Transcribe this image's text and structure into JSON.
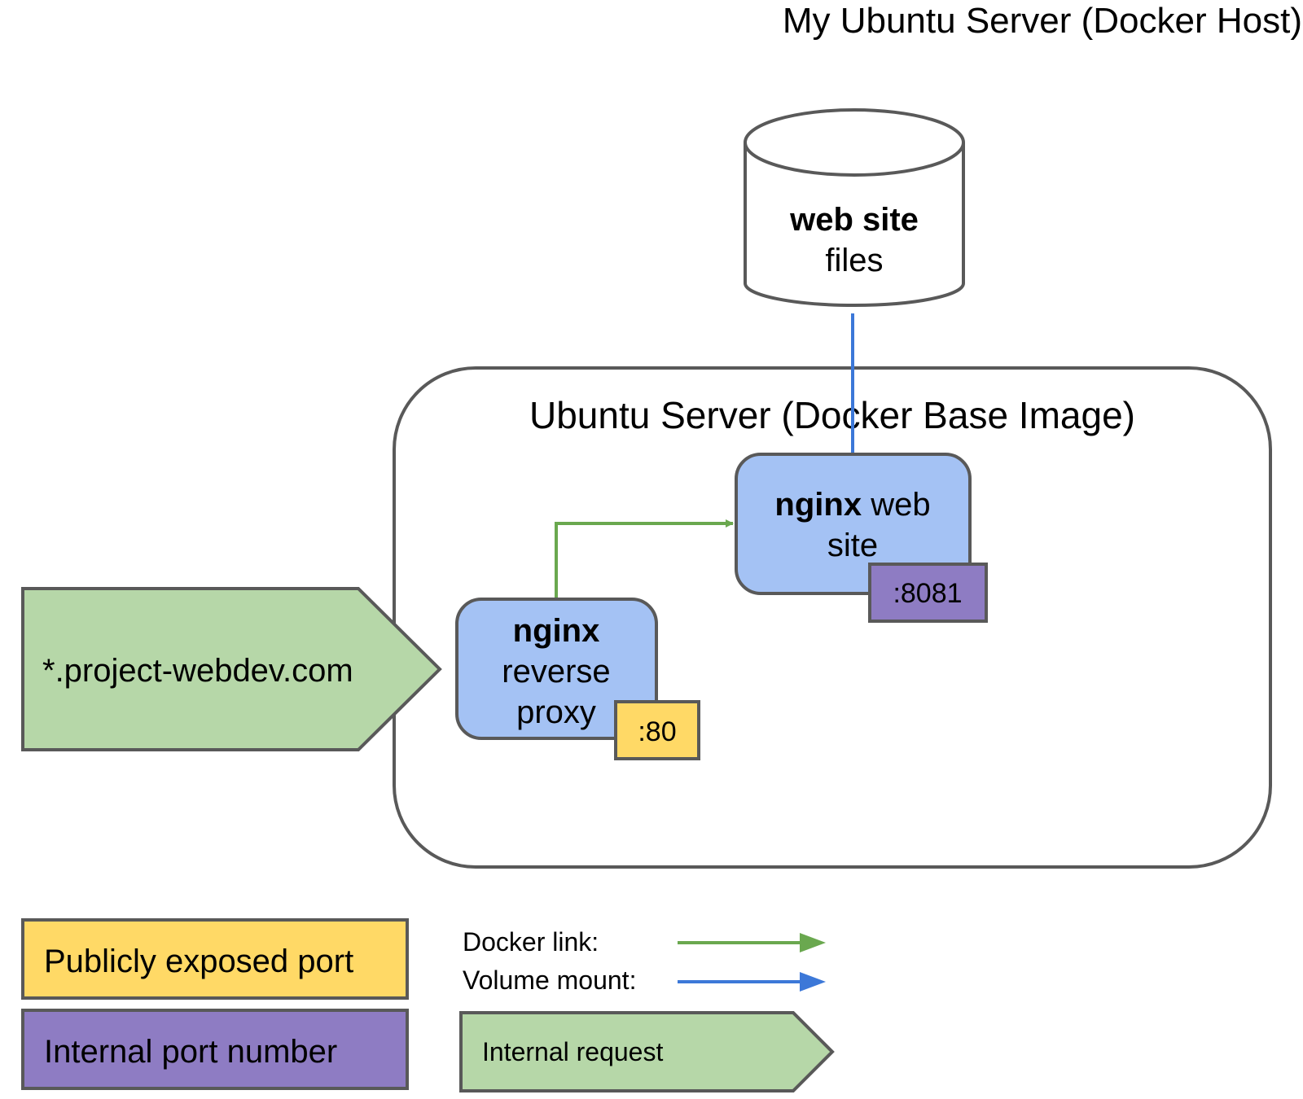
{
  "host_title": "My Ubuntu Server (Docker Host)",
  "storage": {
    "title": "web site",
    "subtitle": "files"
  },
  "container": {
    "title": "Ubuntu Server (Docker Base Image)"
  },
  "nodes": {
    "web_site": {
      "name": "nginx",
      "suffix": " web",
      "line2": "site",
      "port": ":8081"
    },
    "reverse_proxy": {
      "name": "nginx",
      "line2": "reverse",
      "line3": "proxy",
      "port": ":80"
    }
  },
  "entry": {
    "label": "*.project-webdev.com"
  },
  "legend": {
    "public_port": "Publicly exposed port",
    "internal_port": "Internal port number",
    "docker_link": "Docker link:",
    "volume_mount": "Volume mount:",
    "internal_request": "Internal request"
  },
  "colors": {
    "node_fill": "#a4c2f4",
    "public_port": "#ffd966",
    "internal_port": "#8e7cc3",
    "request": "#b6d7a8",
    "docker_link_line": "#6aa84f",
    "volume_mount_line": "#3c78d8",
    "stroke": "#595959"
  }
}
